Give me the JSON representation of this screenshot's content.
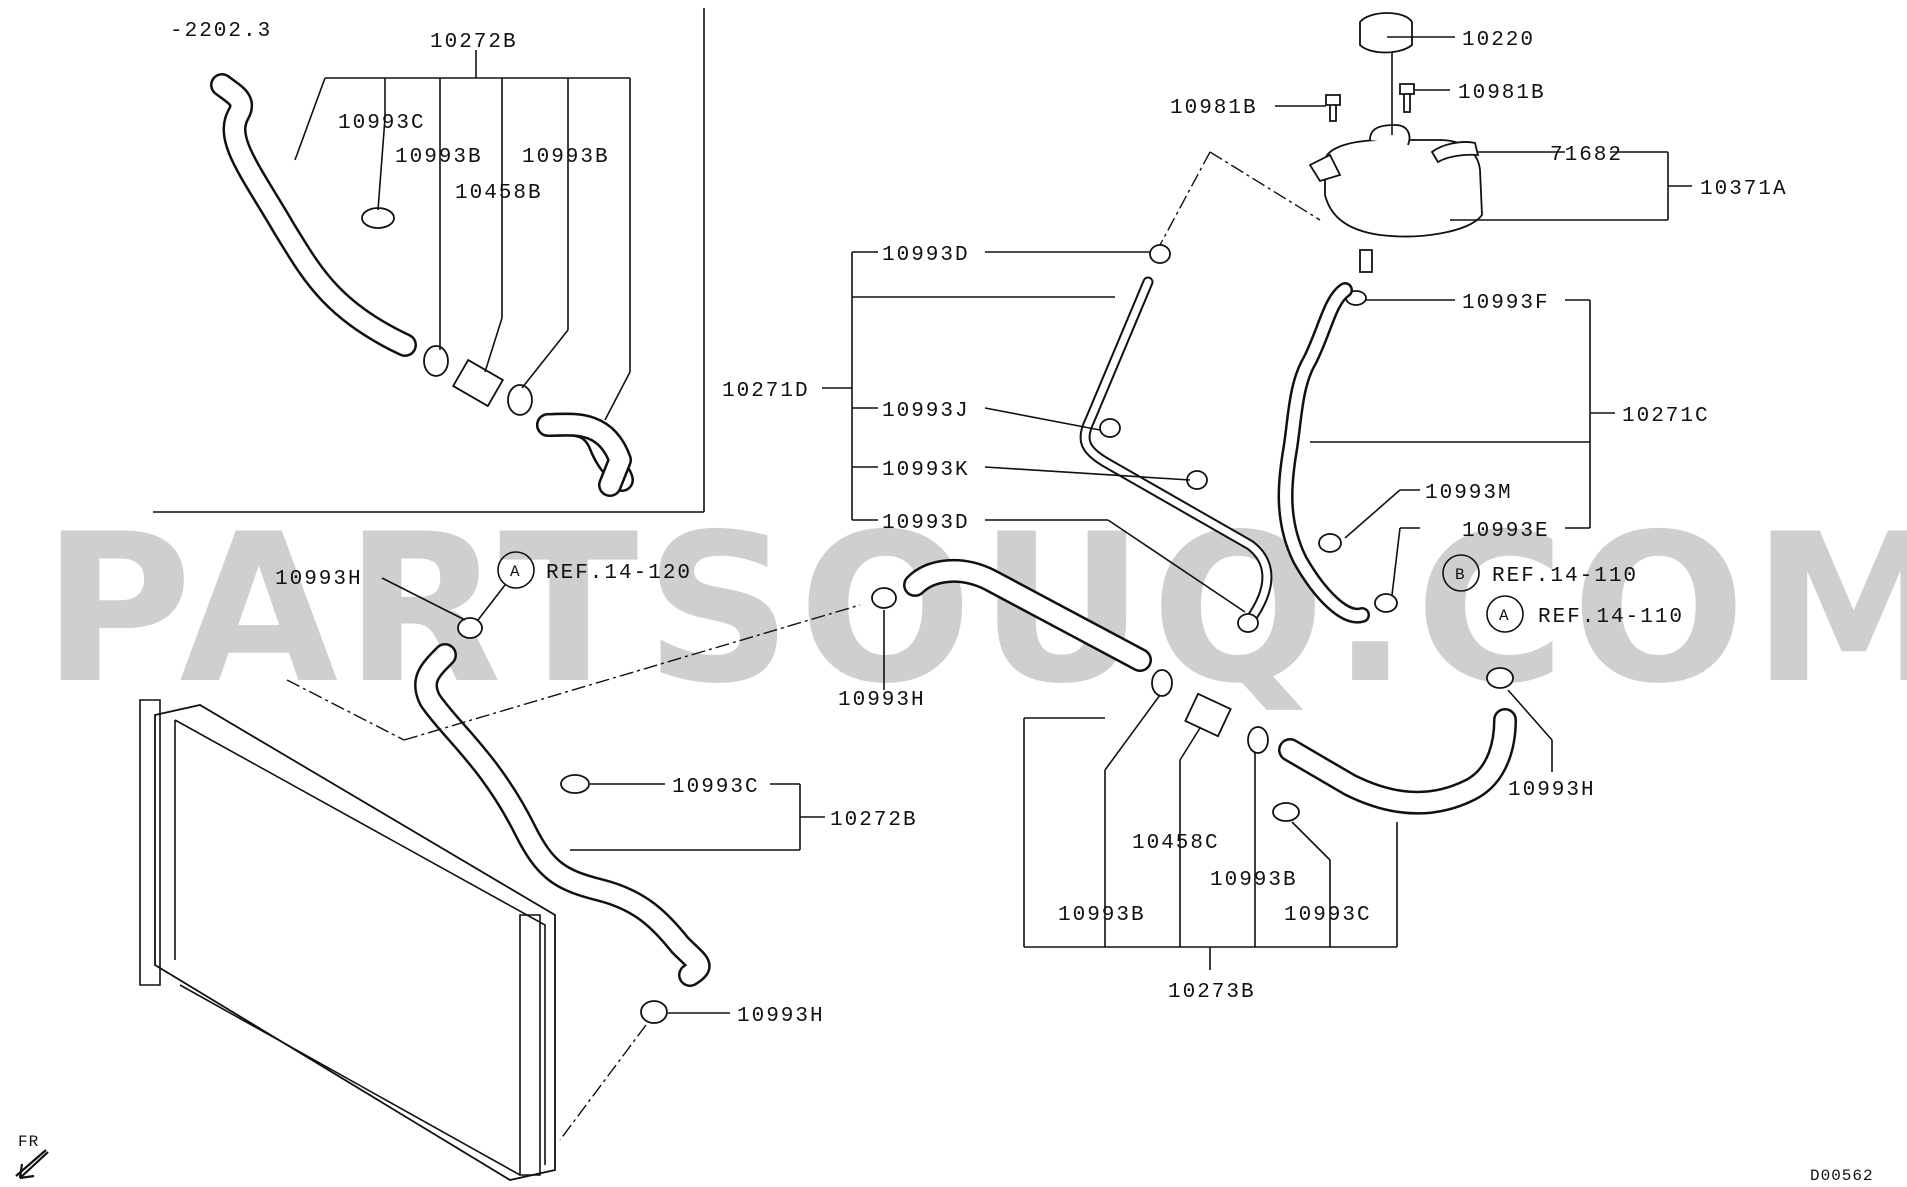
{
  "watermark": "PARTSOUQ.COM",
  "header_ref": "-2202.3",
  "diagram_code": "D00562",
  "front_marker": "FR",
  "labels": {
    "l_10272B_top": "10272B",
    "l_10993C_top": "10993C",
    "l_10993B_top_a": "10993B",
    "l_10993B_top_b": "10993B",
    "l_10458B": "10458B",
    "l_10220": "10220",
    "l_10981B_left": "10981B",
    "l_10981B_right": "10981B",
    "l_71682": "71682",
    "l_10371A": "10371A",
    "l_10993D_top": "10993D",
    "l_10271D": "10271D",
    "l_10993J": "10993J",
    "l_10993K": "10993K",
    "l_10993D_mid": "10993D",
    "l_10993F": "10993F",
    "l_10271C": "10271C",
    "l_10993M": "10993M",
    "l_10993E": "10993E",
    "l_10993H_left": "10993H",
    "l_10993H_center": "10993H",
    "l_10993H_right": "10993H",
    "l_10993H_bottom": "10993H",
    "l_10993C_mid": "10993C",
    "l_10272B_mid": "10272B",
    "l_10458C": "10458C",
    "l_10993B_bot_a": "10993B",
    "l_10993B_bot_b": "10993B",
    "l_10993C_bot": "10993C",
    "l_10273B": "10273B"
  },
  "refs": {
    "ref_a_left": {
      "letter": "A",
      "text": "REF.14-120"
    },
    "ref_b": {
      "letter": "B",
      "text": "REF.14-110"
    },
    "ref_a_right": {
      "letter": "A",
      "text": "REF.14-110"
    }
  }
}
